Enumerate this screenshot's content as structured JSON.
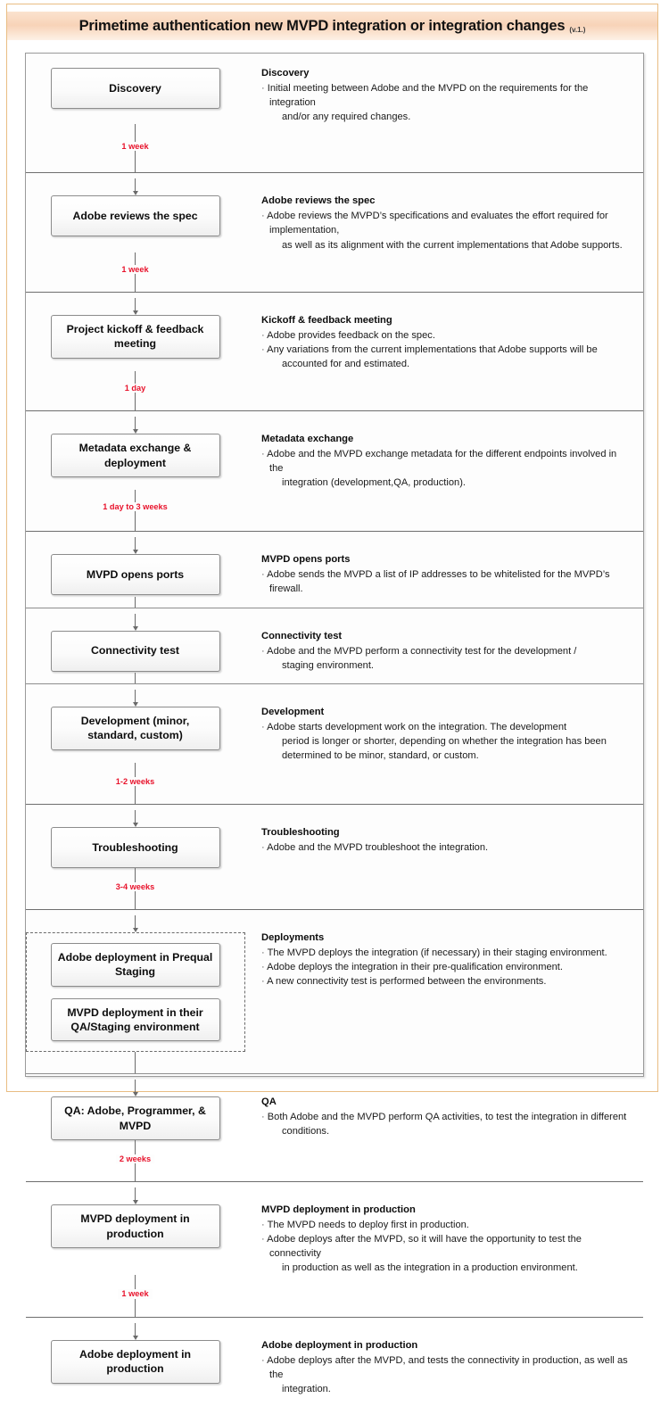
{
  "header": {
    "title": "Primetime authentication new MVPD integration or integration changes",
    "version": "(v.1.)"
  },
  "colors": {
    "frame": "#e9bd83",
    "title_bg": "#f8d3b8",
    "duration_red": "#e8122b",
    "box_border": "#8c8c8c",
    "rule": "#6e6e6e"
  },
  "stages": [
    {
      "box": "Discovery",
      "desc_title": "Discovery",
      "desc_items": [
        {
          "text": "Initial meeting between Adobe and the MVPD on the requirements for the integration",
          "cont": "and/or any required changes."
        }
      ],
      "duration": "1 week"
    },
    {
      "box": "Adobe reviews the spec",
      "desc_title": "Adobe reviews the spec",
      "desc_items": [
        {
          "text": "Adobe reviews the MVPD’s specifications and evaluates the effort required for implementation,",
          "cont": "as well as its alignment with the current implementations that Adobe supports."
        }
      ],
      "duration": "1 week"
    },
    {
      "box": "Project kickoff & feedback meeting",
      "desc_title": "Kickoff & feedback meeting",
      "desc_items": [
        {
          "text": "Adobe provides feedback on the spec.",
          "cont": ""
        },
        {
          "text": "Any variations from the current implementations that Adobe supports will be",
          "cont": "accounted for and estimated."
        }
      ],
      "duration": "1 day"
    },
    {
      "box": "Metadata exchange & deployment",
      "desc_title": "Metadata exchange",
      "desc_items": [
        {
          "text": "Adobe and the MVPD exchange metadata for the different endpoints involved in the",
          "cont": "integration (development,QA, production)."
        }
      ],
      "duration": "1 day to 3 weeks"
    },
    {
      "box": "MVPD opens ports",
      "desc_title": "MVPD opens ports",
      "desc_items": [
        {
          "text": "Adobe sends the MVPD a list of IP addresses to be whitelisted for the MVPD’s firewall.",
          "cont": ""
        }
      ],
      "duration": ""
    },
    {
      "box": "Connectivity test",
      "desc_title": "Connectivity test",
      "desc_items": [
        {
          "text": "Adobe and the MVPD perform a connectivity test for the development /",
          "cont": "staging environment."
        }
      ],
      "duration": ""
    },
    {
      "box": "Development (minor, standard, custom)",
      "desc_title": "Development",
      "desc_items": [
        {
          "text": "Adobe starts development work on the integration. The development",
          "cont": "period is longer or shorter, depending on whether the integration has been determined to be minor, standard, or custom."
        }
      ],
      "duration": "1-2 weeks"
    },
    {
      "box": "Troubleshooting",
      "desc_title": "Troubleshooting",
      "desc_items": [
        {
          "text": "Adobe and the MVPD troubleshoot the integration.",
          "cont": ""
        }
      ],
      "duration": "3-4 weeks"
    },
    {
      "box_group": [
        "Adobe deployment in Prequal Staging",
        "MVPD deployment in their QA/Staging environment"
      ],
      "desc_title": "Deployments",
      "desc_items": [
        {
          "text": "The MVPD deploys the integration (if necessary) in their staging environment.",
          "cont": ""
        },
        {
          "text": "Adobe deploys the integration in their pre-qualification environment.",
          "cont": ""
        },
        {
          "text": "A new connectivity test is performed between the environments.",
          "cont": ""
        }
      ],
      "duration": ""
    },
    {
      "box": "QA: Adobe, Programmer, & MVPD",
      "desc_title": "QA",
      "desc_items": [
        {
          "text": "Both Adobe and the MVPD perform QA activities, to test the integration in different",
          "cont": "conditions."
        }
      ],
      "duration": "2 weeks"
    },
    {
      "box": "MVPD deployment in production",
      "desc_title": "MVPD deployment in production",
      "desc_items": [
        {
          "text": "The MVPD needs to deploy first in production.",
          "cont": ""
        },
        {
          "text": "Adobe deploys after the MVPD, so it will have the opportunity to test the connectivity",
          "cont": "in production as well as the integration in a production environment."
        }
      ],
      "duration": "1 week"
    },
    {
      "box": "Adobe deployment in production",
      "desc_title": "Adobe deployment in production",
      "desc_items": [
        {
          "text": "Adobe deploys after the MVPD, and tests the connectivity in production, as well as the",
          "cont": "integration."
        }
      ],
      "duration": ""
    }
  ]
}
